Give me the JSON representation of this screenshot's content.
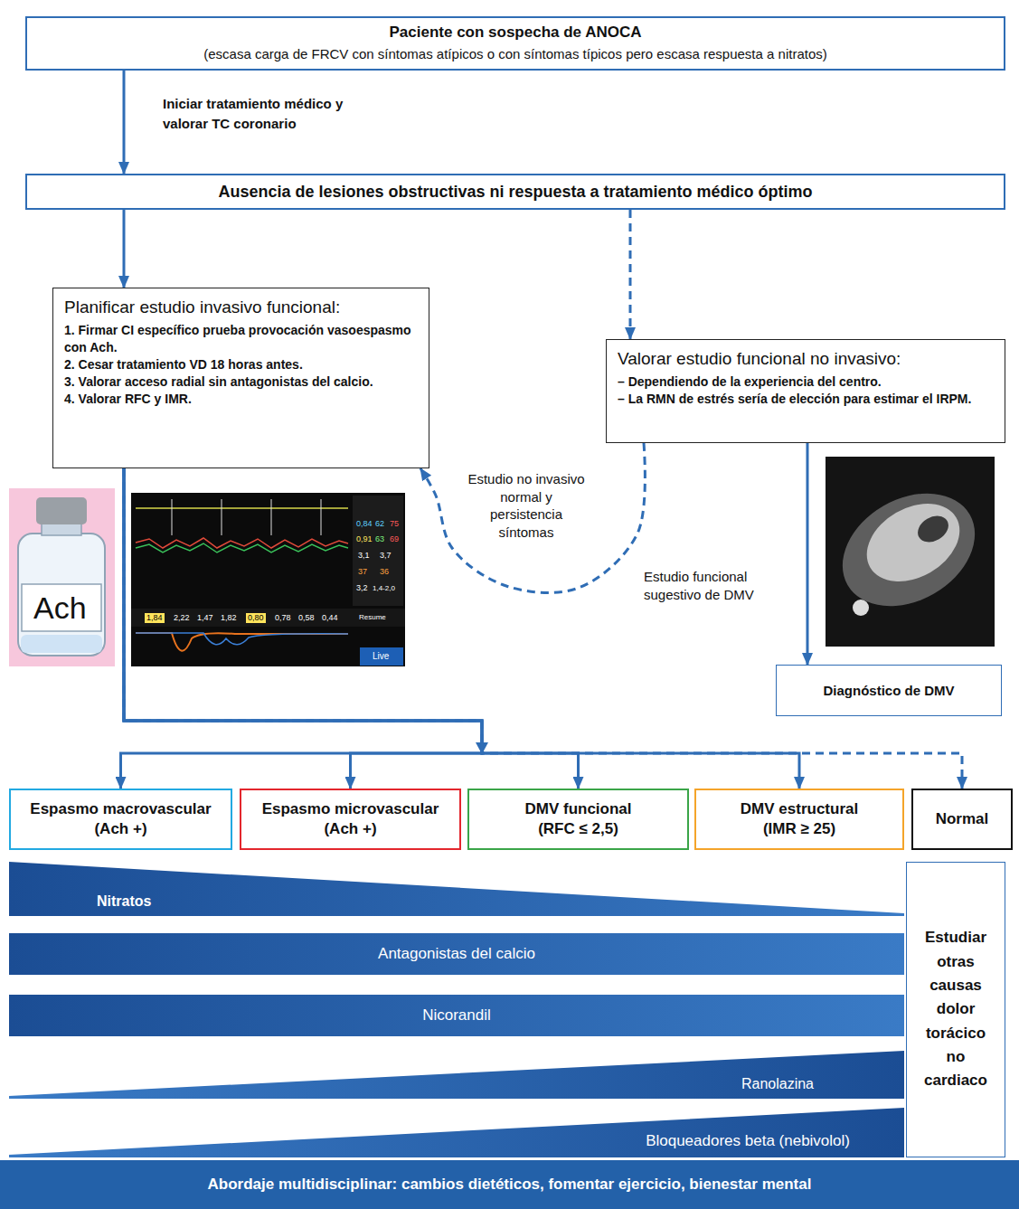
{
  "diagram": {
    "nodes": [
      {
        "text": [
          "Paciente con sospecha de ANOCA",
          "(escasa carga de FRCV con síntomas atípicos o con síntomas típicos pero escasa respuesta a nitratos)"
        ]
      },
      {
        "text": [
          "Ausencia de lesiones obstructivas ni respuesta a tratamiento médico óptimo"
        ]
      },
      {
        "text": [
          "Planificar estudio invasivo funcional:",
          "1. Firmar CI específico prueba provocación vasoespasmo con Ach.",
          "2. Cesar tratamiento VD 18 horas antes.",
          "3. Valorar acceso radial sin antagonistas del calcio.",
          "4. Valorar RFC y IMR."
        ]
      },
      {
        "text": [
          "Valorar estudio funcional no invasivo:",
          "– Dependiendo de la experiencia del centro.",
          "– La RMN de estrés sería de elección para estimar el IRPM."
        ]
      },
      {
        "text": [
          "Diagnóstico de DMV"
        ]
      },
      {
        "text": [
          "Espasmo macrovascular (Ach +)"
        ]
      },
      {
        "text": [
          "Espasmo microvascular (Ach +)"
        ]
      },
      {
        "text": [
          "DMV funcional (RFC ≤ 2,5)"
        ]
      },
      {
        "text": [
          "DMV estructural (IMR ≥ 25)"
        ]
      },
      {
        "text": [
          "Normal"
        ]
      },
      {
        "text": [
          "Nitratos"
        ]
      },
      {
        "text": [
          "Antagonistas del calcio"
        ]
      },
      {
        "text": [
          "Nicorandil"
        ]
      },
      {
        "text": [
          "Ranolazina"
        ]
      },
      {
        "text": [
          "Bloqueadores beta (nebivolol)"
        ]
      },
      {
        "text": [
          "Estudiar otras causas dolor torácico no cardiaco"
        ]
      },
      {
        "text": [
          "Abordaje multidisciplinar: cambios dietéticos, fomentar ejercicio, bienestar mental"
        ]
      }
    ],
    "edges": [
      {
        "from": 0,
        "to": 1,
        "arrow": "to",
        "label": "Iniciar tratamiento médico y valorar TC coronario"
      },
      {
        "from": 1,
        "to": 2,
        "arrow": "to"
      },
      {
        "from": 1,
        "to": 3,
        "arrow": "to"
      },
      {
        "from": 3,
        "to": 2,
        "arrow": "to",
        "label": "Estudio no invasivo normal y persistencia síntomas"
      },
      {
        "from": 3,
        "to": 4,
        "arrow": "to",
        "label": "Estudio funcional sugestivo de DMV"
      },
      {
        "from": 2,
        "to": 5,
        "arrow": "to"
      },
      {
        "from": 2,
        "to": 6,
        "arrow": "to"
      },
      {
        "from": 2,
        "to": 7,
        "arrow": "to"
      },
      {
        "from": 2,
        "to": 8,
        "arrow": "to"
      },
      {
        "from": 2,
        "to": 9,
        "arrow": "to"
      }
    ],
    "labels": [
      "Ach",
      "0,84",
      "62",
      "75",
      "0,91",
      "63",
      "69",
      "3,1",
      "3,7",
      "37",
      "36",
      "3,2",
      "1,4-2,0",
      "1,84",
      "2,22",
      "1,47",
      "1,82",
      "0,80",
      "0,78",
      "0,58",
      "0,44",
      "Resume",
      "Live"
    ]
  }
}
